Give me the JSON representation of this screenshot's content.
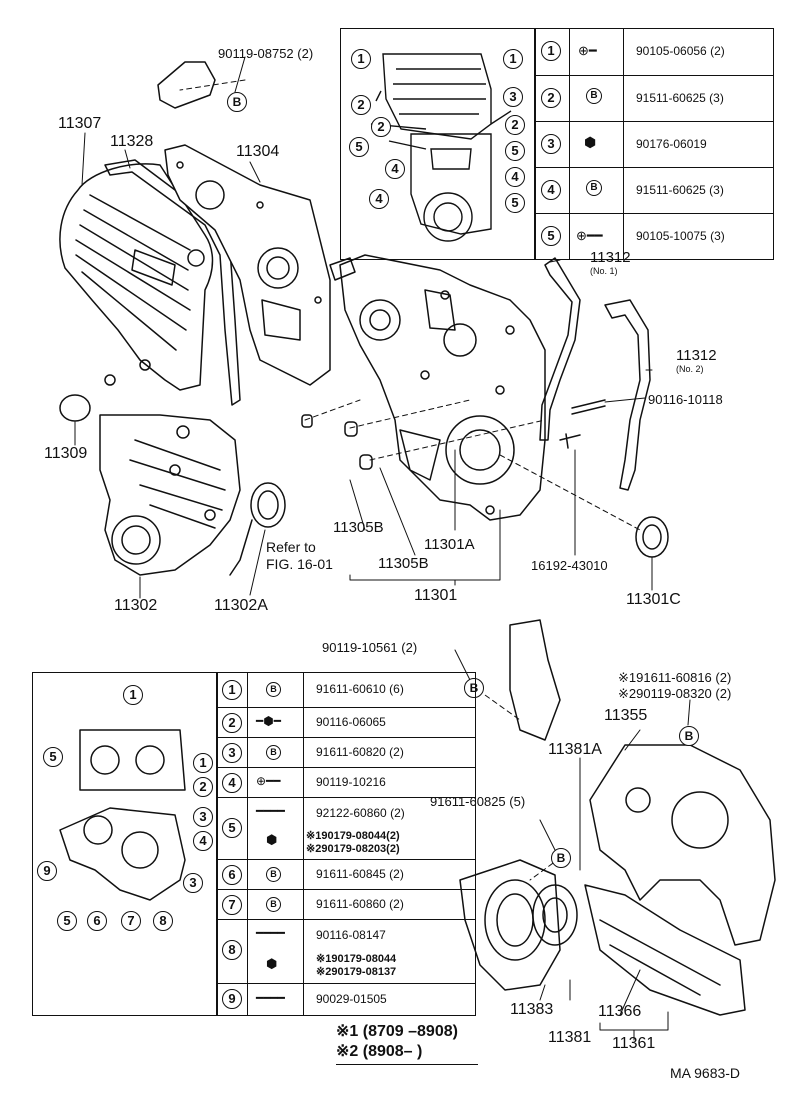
{
  "drawing_id": "MA 9683-D",
  "labels": {
    "l_90119_08752": "90119-08752 (2)",
    "l_11307": "11307",
    "l_11328": "11328",
    "l_11304": "11304",
    "l_11312_1": "11312",
    "l_no1": "(No. 1)",
    "l_11312_2": "11312",
    "l_no2": "(No. 2)",
    "l_90116_10118": "90116-10118",
    "l_11309": "11309",
    "l_11305b_1": "11305B",
    "l_11305b_2": "11305B",
    "l_11301a": "11301A",
    "l_16192": "16192-43010",
    "l_refer": "Refer to",
    "l_fig": "FIG. 16-01",
    "l_11302": "11302",
    "l_11302a": "11302A",
    "l_11301": "11301",
    "l_11301c": "11301C",
    "l_90119_10561": "90119-10561 (2)",
    "l_91611_60816": "※191611-60816 (2)",
    "l_90119_08320": "※290119-08320 (2)",
    "l_11355": "11355",
    "l_11381a": "11381A",
    "l_91611_60825": "91611-60825 (5)",
    "l_11383": "11383",
    "l_11381": "11381",
    "l_11366": "11366",
    "l_11361": "11361",
    "b_mark": "B"
  },
  "top_table": [
    {
      "n": "1",
      "part": "90105-06056 (2)"
    },
    {
      "n": "2",
      "part": "91511-60625 (3)"
    },
    {
      "n": "3",
      "part": "90176-06019"
    },
    {
      "n": "4",
      "part": "91511-60625 (3)"
    },
    {
      "n": "5",
      "part": "90105-10075 (3)"
    }
  ],
  "bottom_table": [
    {
      "n": "1",
      "parts": [
        "91611-60610 (6)"
      ]
    },
    {
      "n": "2",
      "parts": [
        "90116-06065"
      ]
    },
    {
      "n": "3",
      "parts": [
        "91611-60820 (2)"
      ]
    },
    {
      "n": "4",
      "parts": [
        "90119-10216"
      ]
    },
    {
      "n": "5",
      "parts": [
        "92122-60860 (2)",
        "※190179-08044(2)",
        "※290179-08203(2)"
      ]
    },
    {
      "n": "6",
      "parts": [
        "91611-60845 (2)"
      ]
    },
    {
      "n": "7",
      "parts": [
        "91611-60860 (2)"
      ]
    },
    {
      "n": "8",
      "parts": [
        "90116-08147",
        "※190179-08044",
        "※290179-08137"
      ]
    },
    {
      "n": "9",
      "parts": [
        "90029-01505"
      ]
    }
  ],
  "footnotes": {
    "note1": "※1 (8709 –8908)",
    "note2": "※2 (8908–          )"
  },
  "callouts_top": [
    "1",
    "1",
    "2",
    "3",
    "2",
    "2",
    "5",
    "5",
    "4",
    "4",
    "4",
    "5"
  ],
  "callouts_bottom": [
    "1",
    "5",
    "1",
    "2",
    "3",
    "4",
    "3",
    "9",
    "5",
    "6",
    "7",
    "8"
  ]
}
